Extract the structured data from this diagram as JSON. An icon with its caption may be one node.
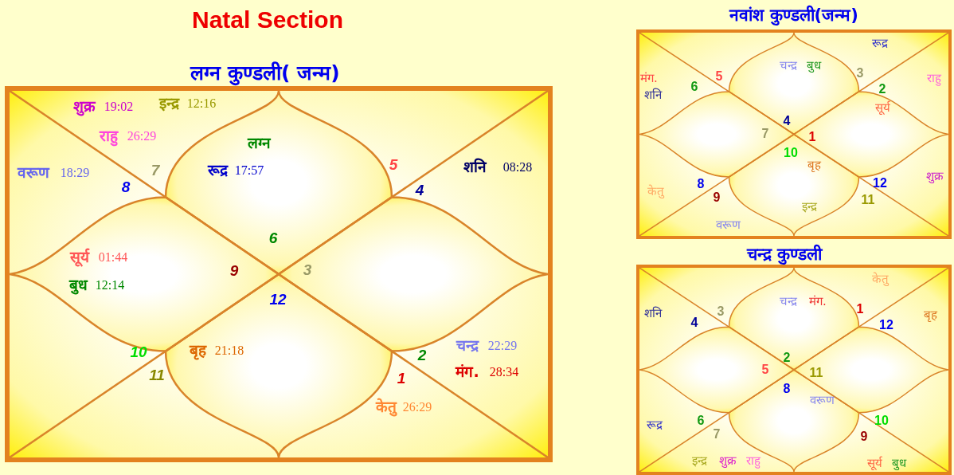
{
  "diagram": {
    "title": "Natal Section",
    "nodes": [
      {
        "text": [
          "लग्न कुण्डली( जन्म)"
        ]
      },
      {
        "text": [
          "नवांश कुण्डली(जन्म)"
        ]
      },
      {
        "text": [
          "चन्द्र कुण्डली"
        ]
      }
    ],
    "labels": [
      "शुक्र",
      "19:02",
      "इन्द्र",
      "12:16",
      "राहु",
      "26:29",
      "वरूण",
      "18:29",
      "7",
      "8",
      "लग्न",
      "रूद्र",
      "17:57",
      "5",
      "4",
      "शनि",
      "08:28",
      "6",
      "सूर्य",
      "01:44",
      "बुध",
      "12:14",
      "9",
      "3",
      "12",
      "10",
      "11",
      "बृह",
      "21:18",
      "2",
      "1",
      "चन्द्र",
      "22:29",
      "मंग.",
      "28:34",
      "केतु",
      "26:29",
      "रूद्र",
      "मंग.",
      "शनि",
      "5",
      "6",
      "चन्द्र",
      "बुध",
      "3",
      "2",
      "राहु",
      "सूर्य",
      "4",
      "7",
      "1",
      "10",
      "बृह",
      "केतु",
      "8",
      "9",
      "12",
      "शुक्र",
      "11",
      "इन्द्र",
      "वरूण",
      "केतु",
      "चन्द्र",
      "मंग.",
      "शनि",
      "3",
      "1",
      "बृह",
      "4",
      "12",
      "2",
      "5",
      "11",
      "8",
      "वरूण",
      "रूद्र",
      "6",
      "10",
      "7",
      "9",
      "इन्द्र",
      "शुक्र",
      "राहु",
      "सूर्य",
      "बुध"
    ]
  }
}
